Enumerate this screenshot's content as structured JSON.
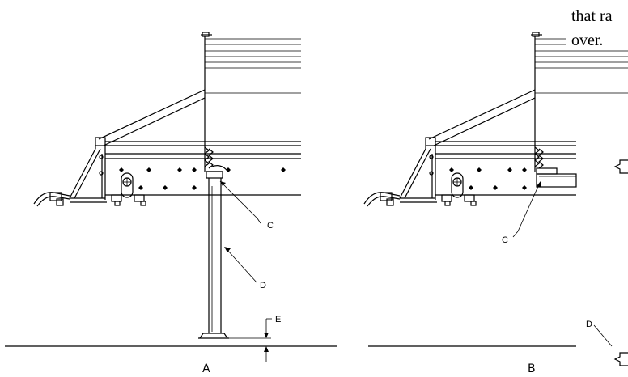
{
  "prose_fragment": [
    "that ra",
    "over."
  ],
  "view_a": {
    "caption": "A",
    "callouts": {
      "c": "C",
      "d": "D",
      "e": "E"
    }
  },
  "view_b": {
    "caption": "B",
    "callouts": {
      "c": "C",
      "d": "D"
    }
  }
}
